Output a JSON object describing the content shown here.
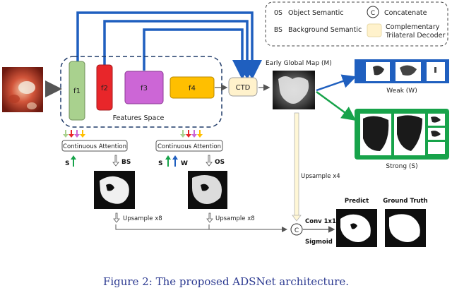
{
  "legend": {
    "os_code": "OS",
    "os_text": "Object Semantic",
    "bs_code": "BS",
    "bs_text": "Background Semantic",
    "concat_symbol": "C",
    "concat_text": "Concatenate",
    "decoder_text_1": "Complementary",
    "decoder_text_2": "Trilateral Decoder"
  },
  "features": {
    "f1": "f1",
    "f2": "f2",
    "f3": "f3",
    "f4": "f4",
    "space_label": "Features Space",
    "ctd": "CTD"
  },
  "global_map_label": "Early Global Map (M)",
  "weak_label": "Weak (W)",
  "strong_label": "Strong (S)",
  "attention": {
    "left_title": "Continuous Attention",
    "right_title": "Continuous Attention",
    "left_s": "S",
    "left_bs": "BS",
    "right_s": "S",
    "right_w": "W",
    "right_os": "OS"
  },
  "upsample": {
    "x8_left": "Upsample x8",
    "x8_right": "Upsample x8",
    "x4": "Upsample x4"
  },
  "concat_node": "C",
  "conv_label": "Conv 1x1",
  "sigmoid_label": "Sigmoid",
  "predict_label": "Predict",
  "ground_truth_label": "Ground Truth",
  "caption": "Figure 2: The proposed ADSNet architecture.",
  "colors": {
    "f1": "#a9d18e",
    "f2": "#e8262a",
    "f3": "#cc66d6",
    "f4": "#ffbf00",
    "ctd": "#fff2cc",
    "blue": "#1f5fbf",
    "green": "#17a34a",
    "caption": "#2b3990"
  }
}
